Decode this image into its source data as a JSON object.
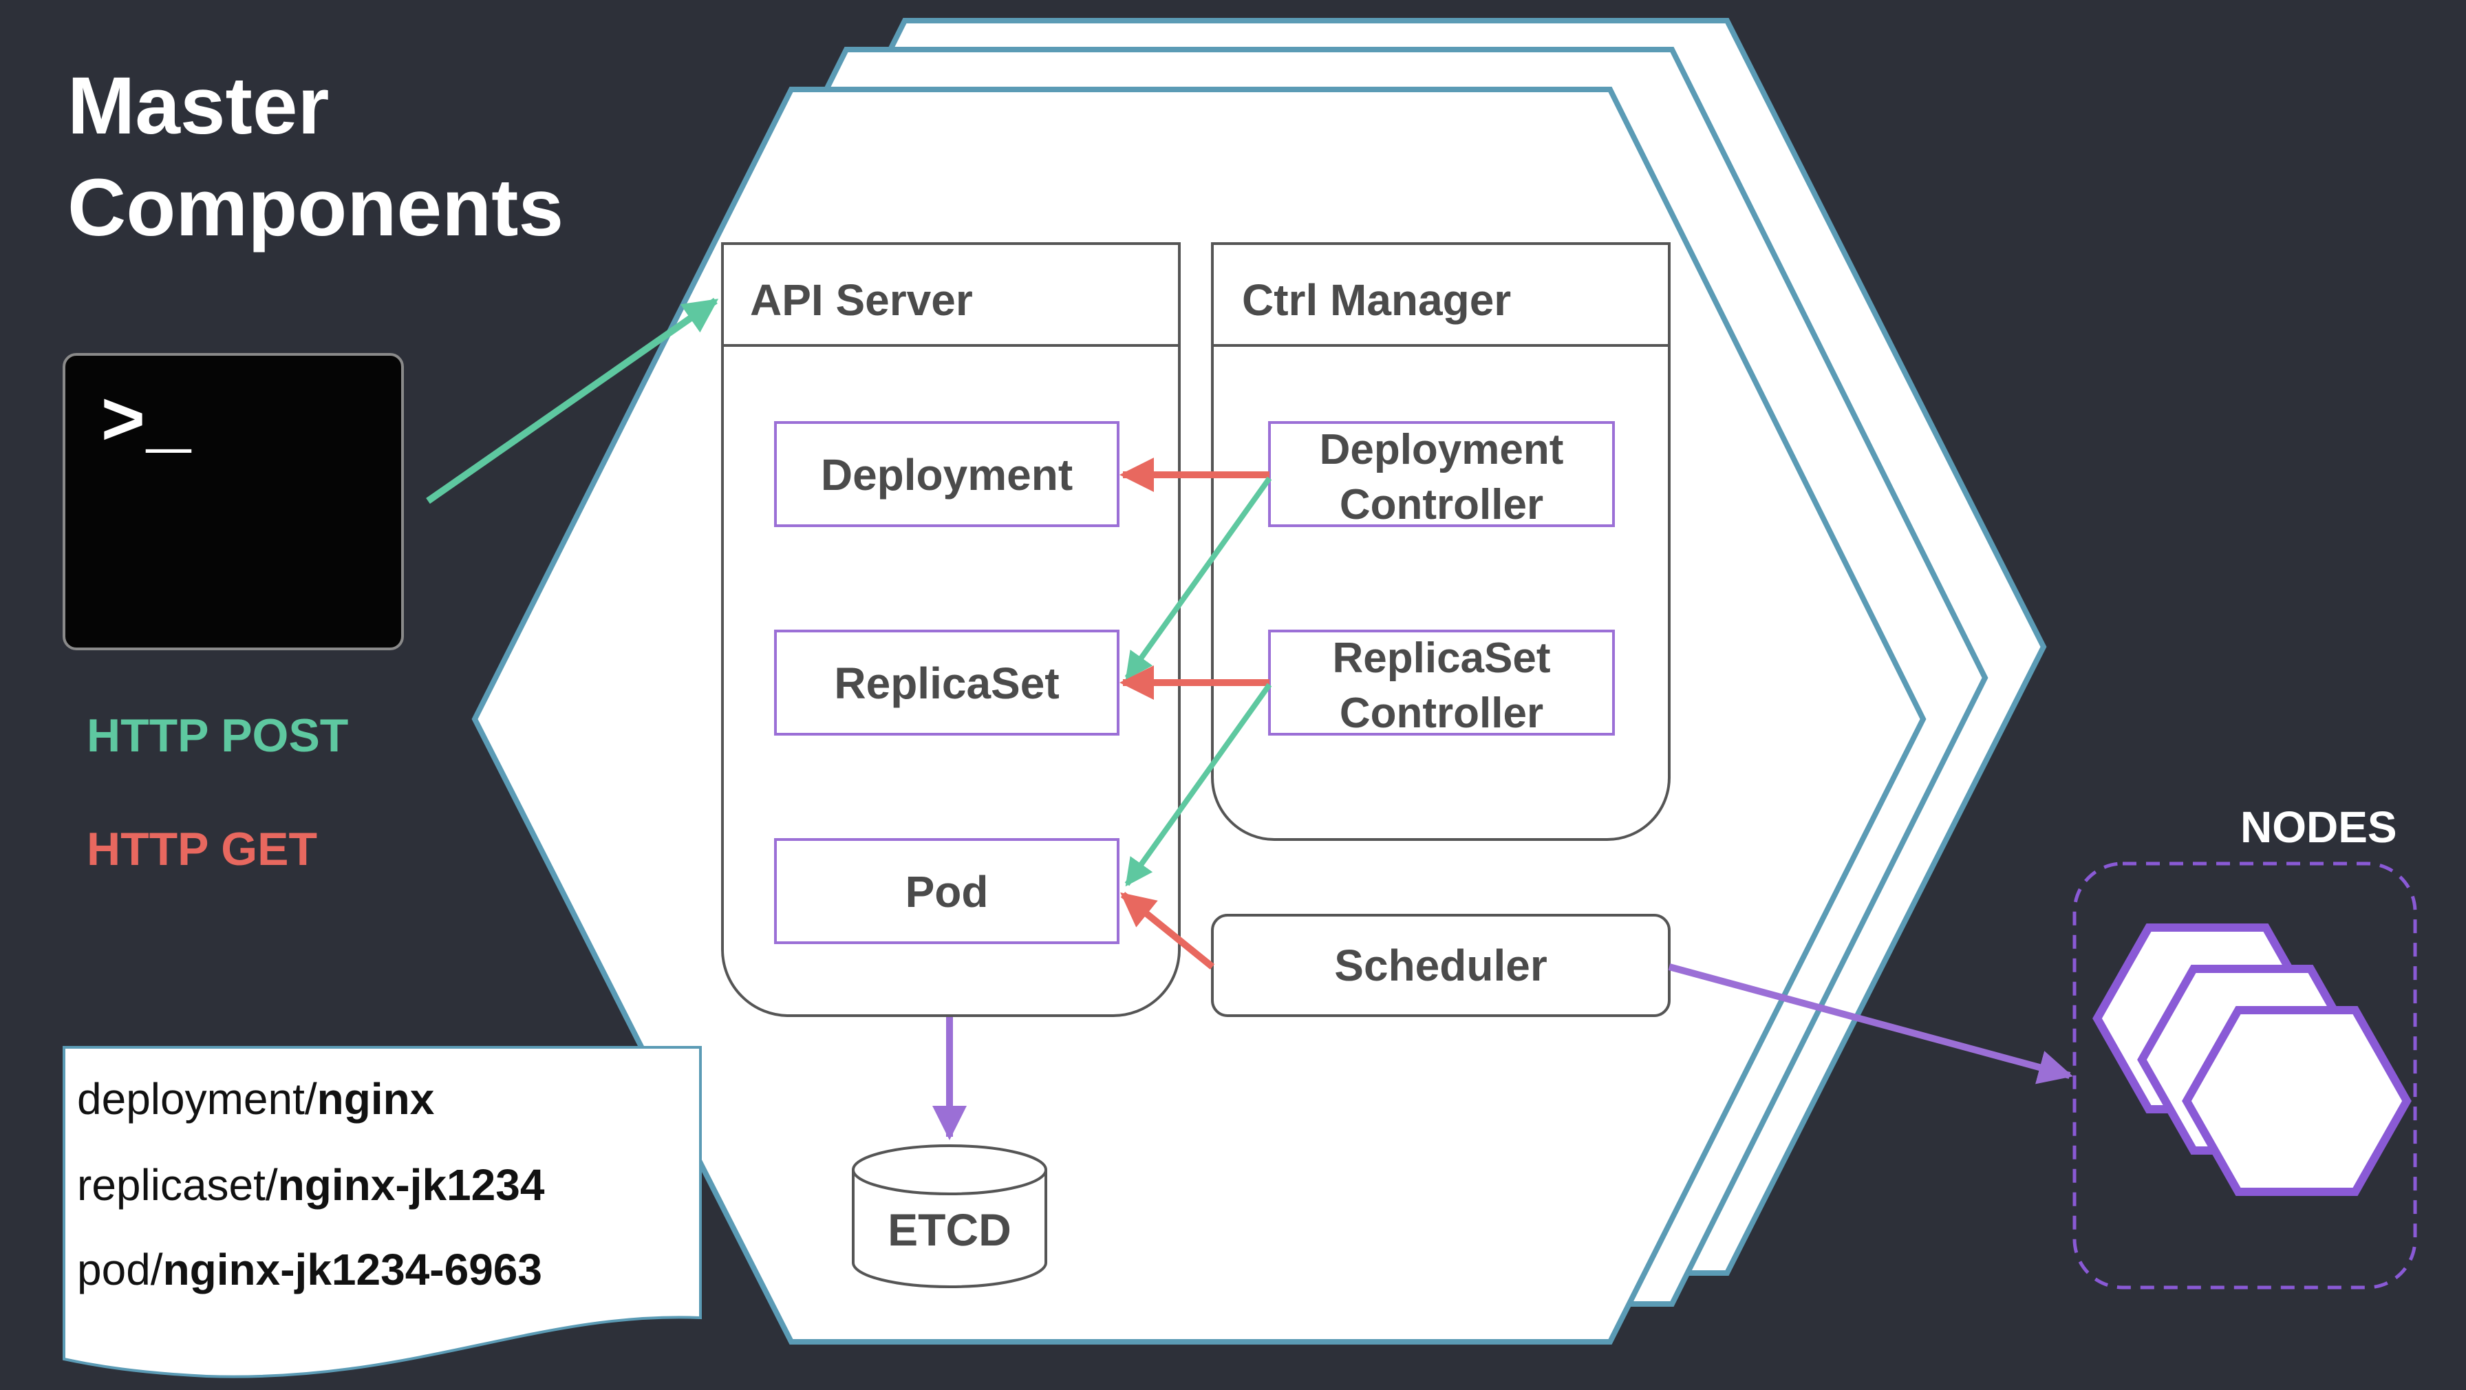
{
  "title_lines": [
    "Master",
    "Components"
  ],
  "legend": {
    "post": {
      "label": "HTTP POST",
      "color": "#5ec8a0"
    },
    "get": {
      "label": "HTTP GET",
      "color": "#e8685f"
    }
  },
  "terminal": {
    "prompt": ">_"
  },
  "api_server": {
    "title": "API Server",
    "resources": [
      "Deployment",
      "ReplicaSet",
      "Pod"
    ]
  },
  "ctrl_manager": {
    "title": "Ctrl Manager",
    "controllers": [
      {
        "line1": "Deployment",
        "line2": "Controller"
      },
      {
        "line1": "ReplicaSet",
        "line2": "Controller"
      }
    ]
  },
  "scheduler": {
    "label": "Scheduler"
  },
  "etcd": {
    "label": "ETCD"
  },
  "nodes": {
    "label": "NODES",
    "color": "#8a5ad6"
  },
  "resource_list": [
    {
      "prefix": "deployment/",
      "name": "nginx"
    },
    {
      "prefix": "replicaset/",
      "name": "nginx-jk1234"
    },
    {
      "prefix": "pod/",
      "name": "nginx-jk1234-6963"
    }
  ],
  "colors": {
    "background": "#2d3039",
    "hexagon_border": "#5b9bb5",
    "resource_border": "#9b6fd6"
  }
}
